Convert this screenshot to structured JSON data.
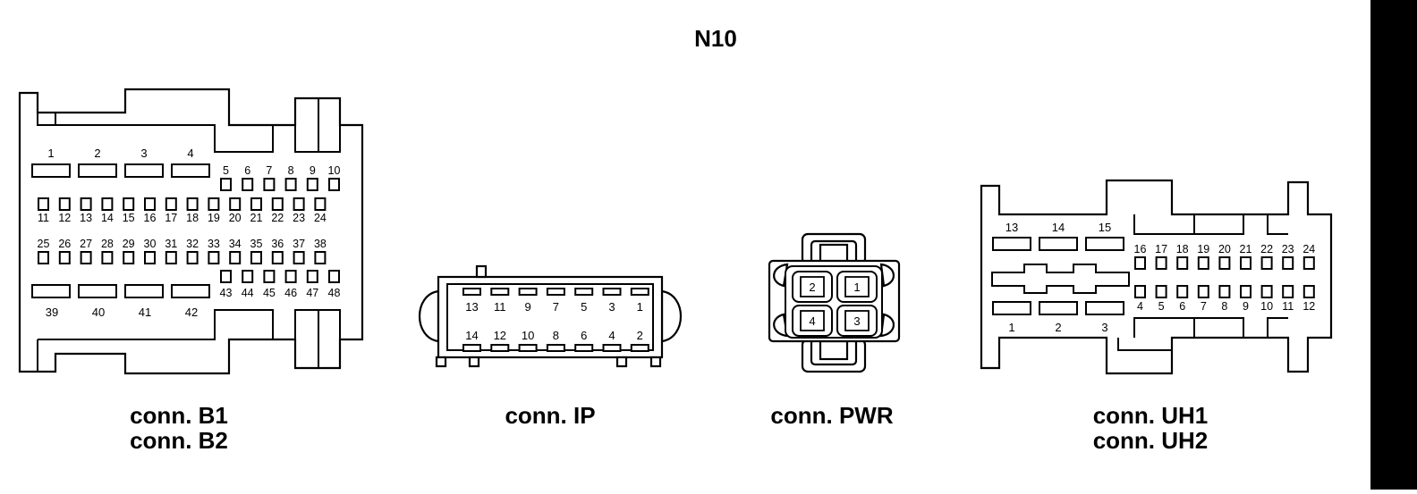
{
  "title": "N10",
  "right_bar_color": "#000000",
  "connectors": {
    "b": {
      "captions": [
        "conn. B1",
        "conn. B2"
      ],
      "large_top": [
        "1",
        "2",
        "3",
        "4"
      ],
      "row_5_10": [
        "5",
        "6",
        "7",
        "8",
        "9",
        "10"
      ],
      "row_11_24": [
        "11",
        "12",
        "13",
        "14",
        "15",
        "16",
        "17",
        "18",
        "19",
        "20",
        "21",
        "22",
        "23",
        "24"
      ],
      "row_25_38": [
        "25",
        "26",
        "27",
        "28",
        "29",
        "30",
        "31",
        "32",
        "33",
        "34",
        "35",
        "36",
        "37",
        "38"
      ],
      "row_43_48": [
        "43",
        "44",
        "45",
        "46",
        "47",
        "48"
      ],
      "large_bottom": [
        "39",
        "40",
        "41",
        "42"
      ]
    },
    "ip": {
      "caption": "conn. IP",
      "top_row": [
        "13",
        "11",
        "9",
        "7",
        "5",
        "3",
        "1"
      ],
      "bottom_row": [
        "14",
        "12",
        "10",
        "8",
        "6",
        "4",
        "2"
      ]
    },
    "pwr": {
      "caption": "conn. PWR",
      "pins": [
        "2",
        "1",
        "4",
        "3"
      ]
    },
    "uh": {
      "captions": [
        "conn. UH1",
        "conn. UH2"
      ],
      "large_top": [
        "13",
        "14",
        "15"
      ],
      "row_16_24": [
        "16",
        "17",
        "18",
        "19",
        "20",
        "21",
        "22",
        "23",
        "24"
      ],
      "row_4_12": [
        "4",
        "5",
        "6",
        "7",
        "8",
        "9",
        "10",
        "11",
        "12"
      ],
      "large_bottom": [
        "1",
        "2",
        "3"
      ]
    }
  }
}
